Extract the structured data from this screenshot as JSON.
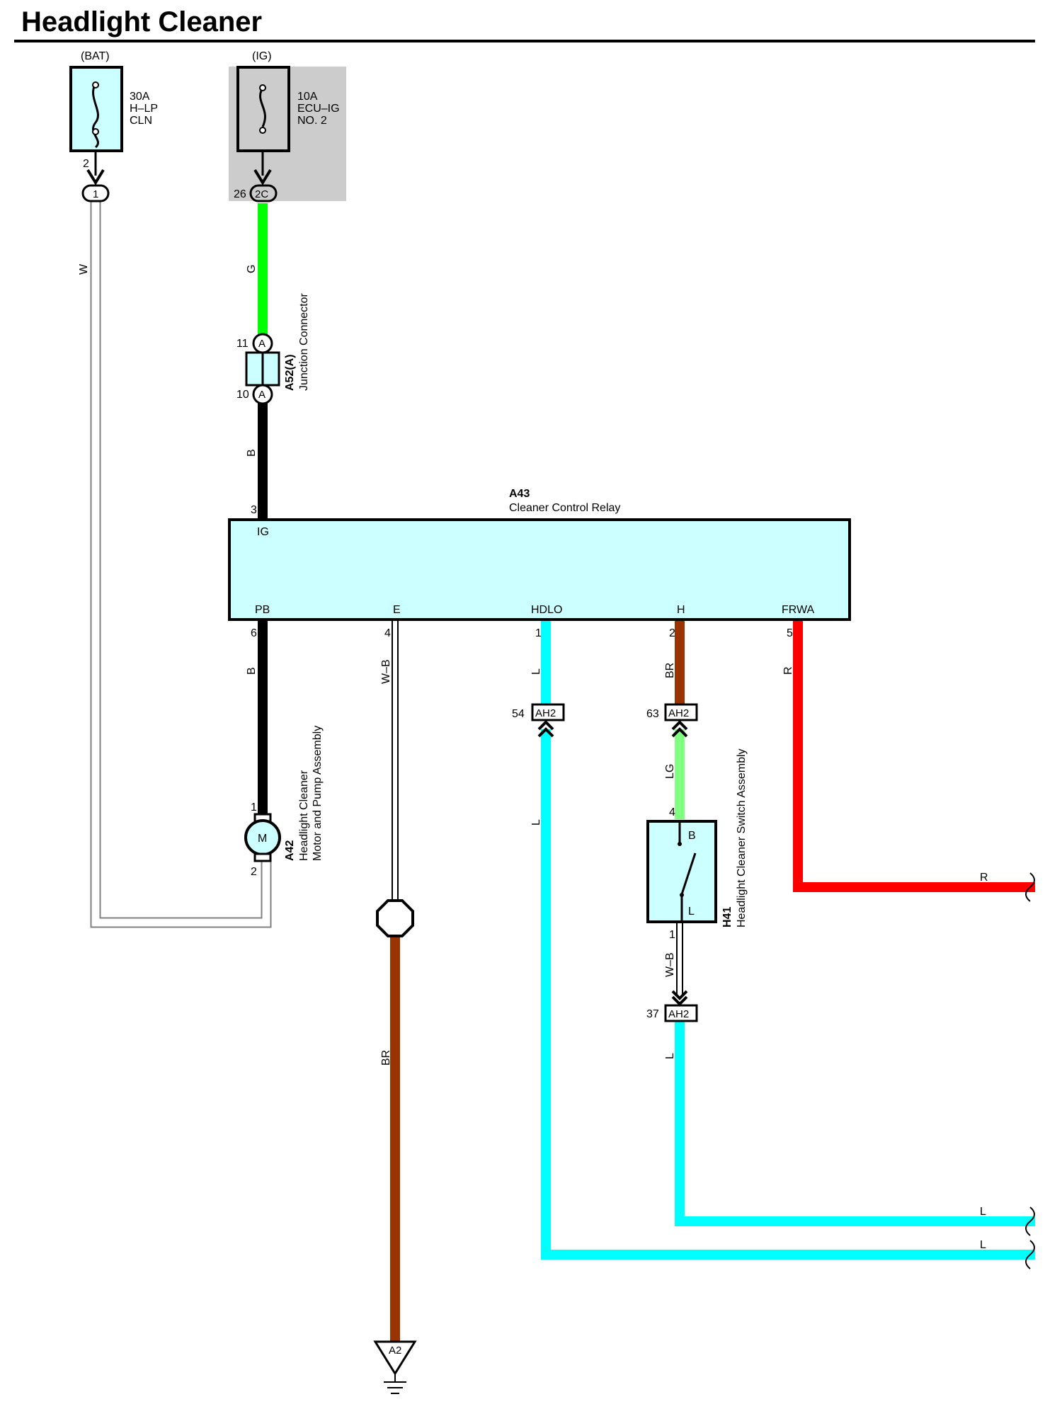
{
  "title": "Headlight Cleaner",
  "colors": {
    "green": "#00ff00",
    "black": "#000000",
    "cyan": "#00ffff",
    "brown": "#993300",
    "red": "#ff0000",
    "light_green": "#80ff80",
    "white_wire": "#ffffff",
    "component_fill": "#ccffff",
    "shade": "#cccccc"
  },
  "fuses": {
    "bat": {
      "source": "(BAT)",
      "rating": "30A",
      "name1": "H–LP",
      "name2": "CLN",
      "pin": "2",
      "connector": "1"
    },
    "ig": {
      "source": "(IG)",
      "rating": "10A",
      "name1": "ECU–IG",
      "name2": "NO. 2",
      "pin": "26",
      "connector": "2C"
    }
  },
  "junction": {
    "code": "A52(A)",
    "name": "Junction Connector",
    "pin_top": "11",
    "pin_bottom": "10",
    "tag": "A"
  },
  "relay": {
    "code": "A43",
    "name": "Cleaner Control Relay",
    "pin_ig": "3",
    "term_ig": "IG",
    "terminals": [
      {
        "name": "PB",
        "pin": "6"
      },
      {
        "name": "E",
        "pin": "4"
      },
      {
        "name": "HDLO",
        "pin": "1"
      },
      {
        "name": "H",
        "pin": "2"
      },
      {
        "name": "FRWA",
        "pin": "5"
      }
    ]
  },
  "motor": {
    "code": "A42",
    "name1": "Headlight Cleaner",
    "name2": "Motor and Pump Assembly",
    "symbol": "M",
    "pin_top": "1",
    "pin_bottom": "2"
  },
  "switch": {
    "code": "H41",
    "name": "Headlight Cleaner Switch Assembly",
    "pin_top": "4",
    "pin_bottom": "1",
    "term_b": "B",
    "term_l": "L"
  },
  "connectors": {
    "ah2_54": {
      "pin": "54",
      "name": "AH2"
    },
    "ah2_63": {
      "pin": "63",
      "name": "AH2"
    },
    "ah2_37": {
      "pin": "37",
      "name": "AH2"
    }
  },
  "ground": {
    "name": "A2"
  },
  "wires": {
    "w": "W",
    "g": "G",
    "b_top": "B",
    "b_pb": "B",
    "wb_e": "W–B",
    "l_hdlo": "L",
    "br_h": "BR",
    "r_frwa": "R",
    "l_lower": "L",
    "lg": "LG",
    "wb_sw": "W–B",
    "l_sw": "L",
    "br_ground": "BR",
    "r_out": "R",
    "l_out1": "L",
    "l_out2": "L"
  }
}
